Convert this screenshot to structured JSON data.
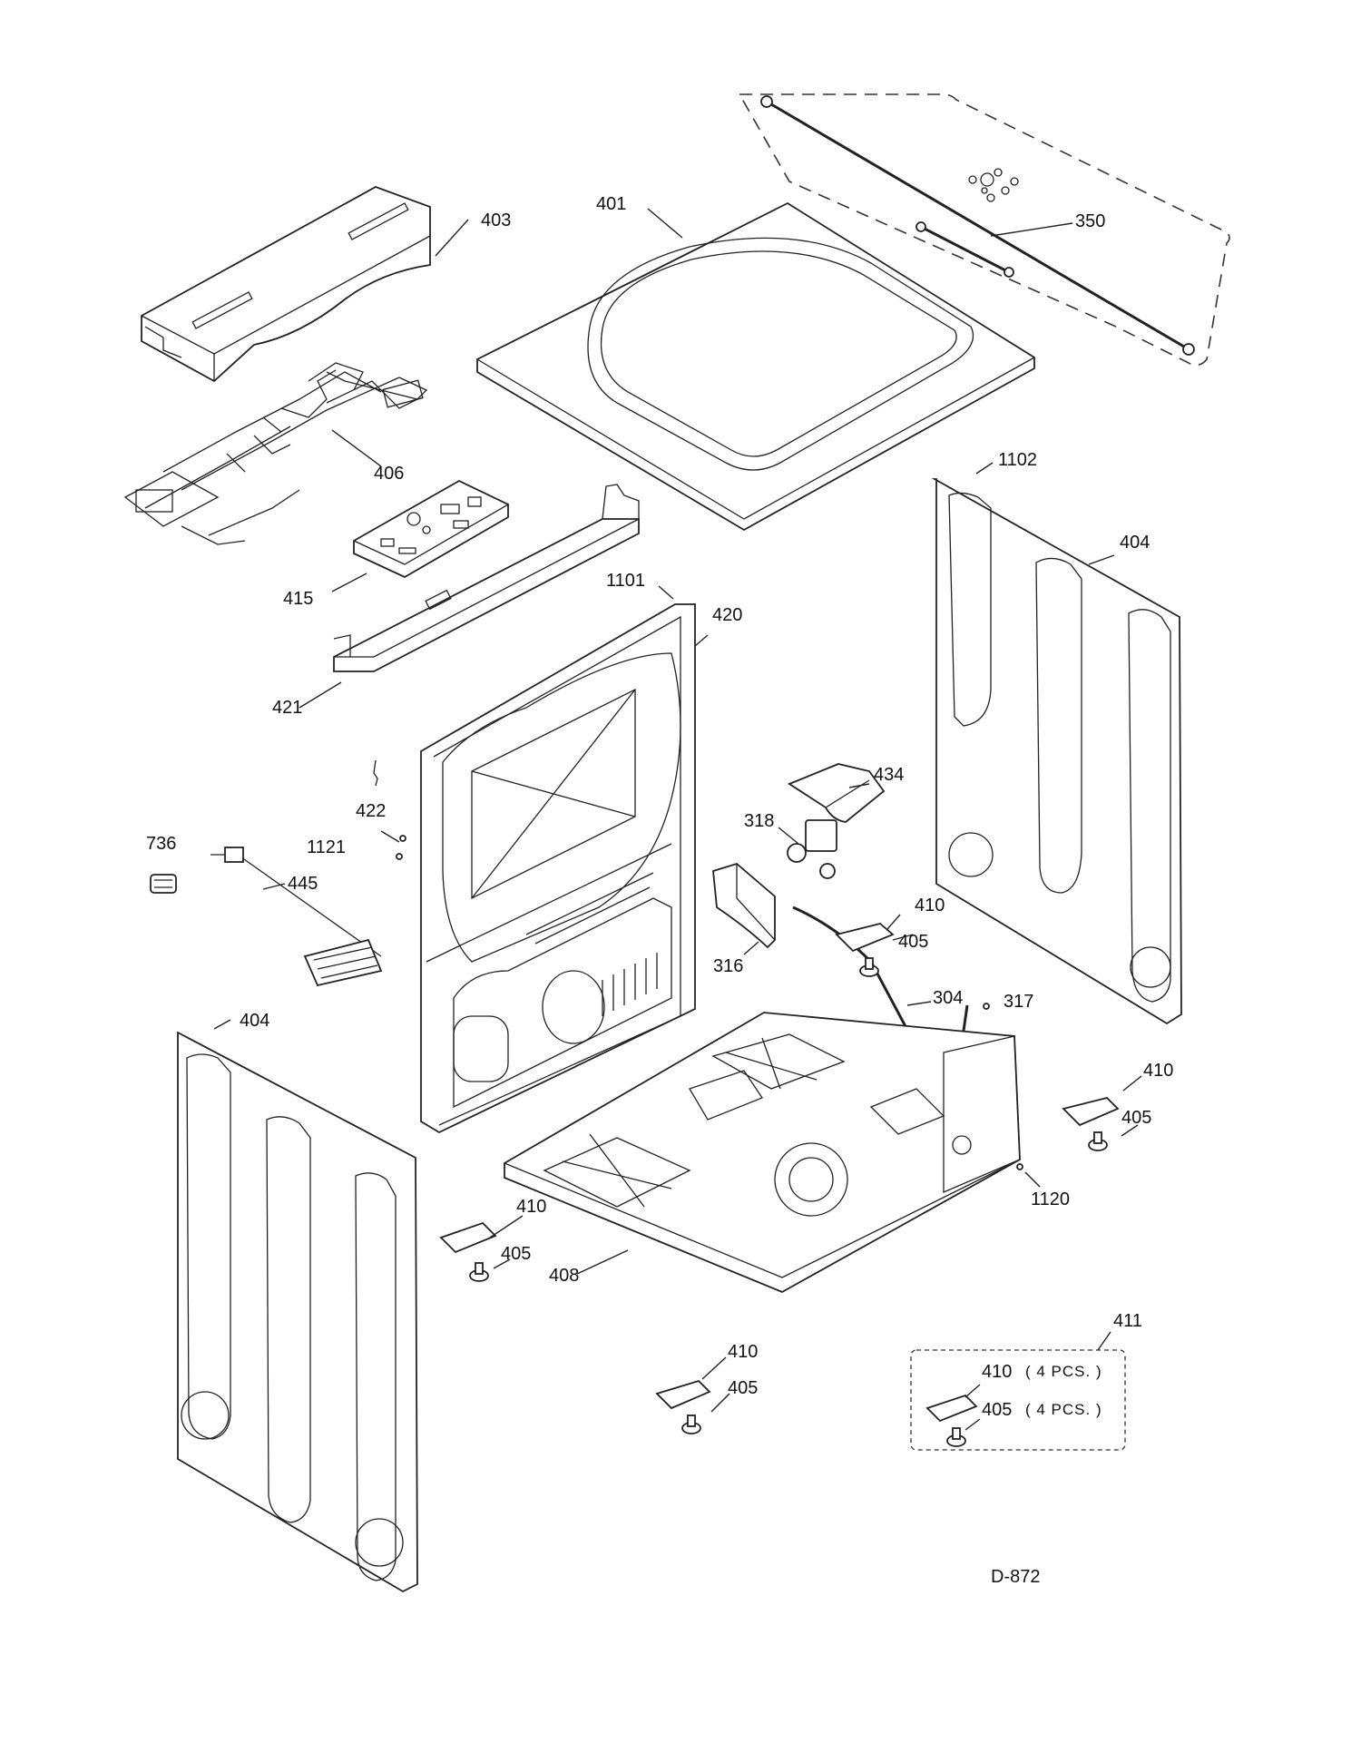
{
  "diagram": {
    "drawing_code": "D-872",
    "kit_note": {
      "part": "411",
      "items": [
        {
          "part": "410",
          "qty": "( 4 PCS. )"
        },
        {
          "part": "405",
          "qty": "( 4 PCS. )"
        }
      ]
    },
    "callouts": {
      "c350": "350",
      "c401": "401",
      "c403": "403",
      "c406": "406",
      "c415": "415",
      "c421": "421",
      "c1101": "1101",
      "c420": "420",
      "c1102": "1102",
      "c404r": "404",
      "c434": "434",
      "c318": "318",
      "c410a": "410",
      "c405a": "405",
      "c316": "316",
      "c304": "304",
      "c317": "317",
      "c422": "422",
      "c1121": "1121",
      "c736": "736",
      "c445": "445",
      "c404l": "404",
      "c410b": "410",
      "c405b": "405",
      "c1120": "1120",
      "c410c": "410",
      "c405c": "405",
      "c408": "408",
      "c410d": "410",
      "c405d": "405",
      "c411": "411",
      "c410e": "410",
      "c405e": "405"
    }
  }
}
